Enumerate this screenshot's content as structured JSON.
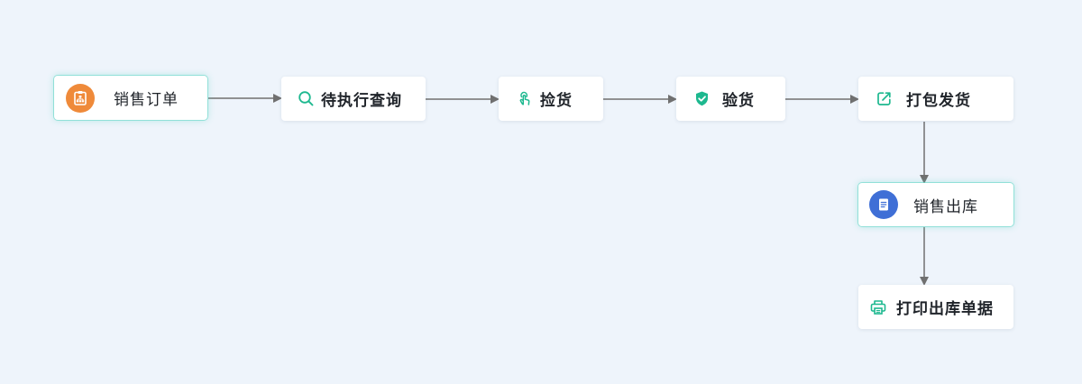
{
  "colors": {
    "background": "#eef4fb",
    "accent": "#1db88f",
    "order_badge": "#ef8a3a",
    "outbound_badge": "#3f6fd6",
    "arrow": "#707070"
  },
  "nodes": {
    "sales_order": {
      "label": "销售订单",
      "icon": "clipboard-sitemap-icon"
    },
    "pending_query": {
      "label": "待执行查询",
      "icon": "search-icon"
    },
    "picking": {
      "label": "捡货",
      "icon": "touch-hand-icon"
    },
    "inspection": {
      "label": "验货",
      "icon": "shield-check-icon"
    },
    "pack_ship": {
      "label": "打包发货",
      "icon": "share-external-icon"
    },
    "sales_outbound": {
      "label": "销售出库",
      "icon": "document-icon"
    },
    "print_receipt": {
      "label": "打印出库单据",
      "icon": "printer-icon"
    }
  }
}
